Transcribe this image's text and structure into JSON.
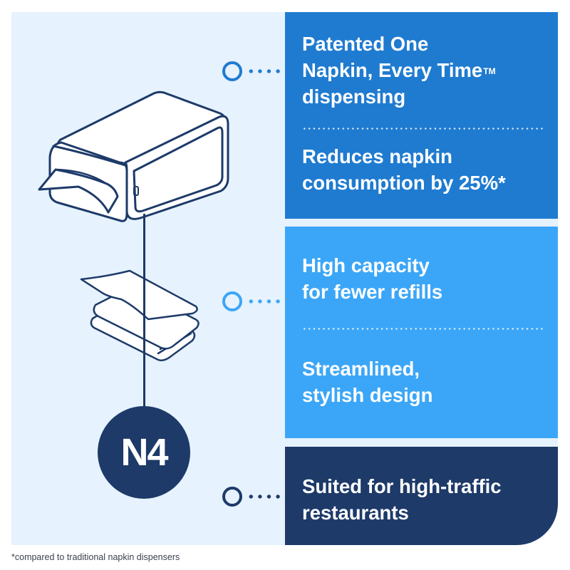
{
  "colors": {
    "panel_bg": "#e6f2fd",
    "box_1": "#1f7bd0",
    "box_2": "#3ba6f7",
    "box_3": "#1d3a69",
    "line_art": "#1d3a69",
    "text_light": "#ffffff",
    "footnote_text": "#3a4150"
  },
  "illustration": {
    "items": [
      {
        "name": "napkin-dispenser",
        "icon": "napkin-dispenser-icon"
      },
      {
        "name": "folded-napkin-stack",
        "icon": "folded-napkins-icon"
      }
    ]
  },
  "badge": {
    "label": "N4"
  },
  "features": [
    {
      "group": "box-1",
      "items": [
        {
          "text": "Patented One Napkin, Every Time",
          "suffix": "TM",
          "line2": "dispensing"
        },
        {
          "text": "Reduces napkin consumption by 25%*"
        }
      ]
    },
    {
      "group": "box-2",
      "items": [
        {
          "text": "High capacity for fewer refills"
        },
        {
          "text": "Streamlined, stylish design"
        }
      ]
    },
    {
      "group": "box-3",
      "items": [
        {
          "text": "Suited for high-traffic restaurants"
        }
      ]
    }
  ],
  "feature_lines": {
    "f1_l1": "Patented One",
    "f1_l2": "Napkin, Every Time",
    "f1_tm": "TM",
    "f1_l3": "dispensing",
    "f2_l1": "Reduces napkin",
    "f2_l2": "consumption by 25%*",
    "f3_l1": "High capacity",
    "f3_l2": "for fewer refills",
    "f4_l1": "Streamlined,",
    "f4_l2": "stylish design",
    "f5_l1": "Suited for high-traffic",
    "f5_l2": "restaurants"
  },
  "footnote": "*compared to traditional napkin dispensers"
}
